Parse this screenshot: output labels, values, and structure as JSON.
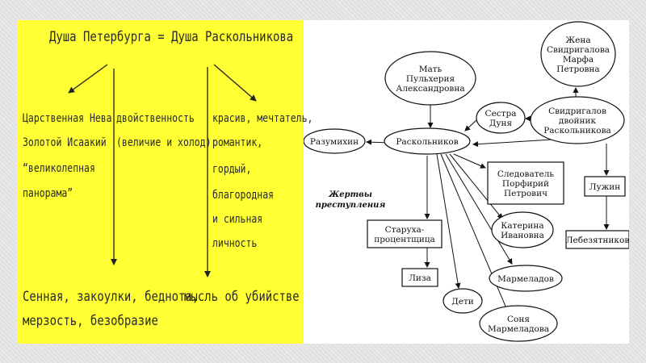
{
  "left_panel": {
    "title": "Душа Петербурга = Душа Раскольникова",
    "col1": [
      "Царственная Нева",
      "Золотой Исаакий",
      "“великолепная",
      "панорама”"
    ],
    "col2": [
      "двойственность",
      "(величие и холод)"
    ],
    "col3": [
      "красив, мечтатель,",
      "романтик,",
      "гордый,",
      "благородная",
      "и сильная",
      "личность"
    ],
    "bottom_left": [
      "Сенная, закоулки, беднота,",
      "мерзость, безобразие"
    ],
    "bottom_right": "мысль об убийстве"
  },
  "diagram": {
    "caption": [
      "Жертвы",
      "преступления"
    ],
    "nodes": {
      "wife": [
        "Жена",
        "Свидригалова",
        "Марфа",
        "Петровна"
      ],
      "mother": [
        "Мать",
        "Пульхерия",
        "Александровна"
      ],
      "sister": [
        "Сестра",
        "Дуня"
      ],
      "svid": [
        "Свидригалов",
        "двойник",
        "Раскольникова"
      ],
      "razum": [
        "Разумихин"
      ],
      "rask": [
        "Раскольников"
      ],
      "porfiry": [
        "Следователь",
        "Порфирий",
        "Петрович"
      ],
      "luzhin": [
        "Лужин"
      ],
      "katerina": [
        "Катерина",
        "Ивановна"
      ],
      "starukha": [
        "Старуха-",
        "процентщица"
      ],
      "lebez": [
        "Лебезятников"
      ],
      "liza": [
        "Лиза"
      ],
      "marmel": [
        "Мармеладов"
      ],
      "deti": [
        "Дети"
      ],
      "sonya": [
        "Соня",
        "Мармеладова"
      ]
    }
  }
}
